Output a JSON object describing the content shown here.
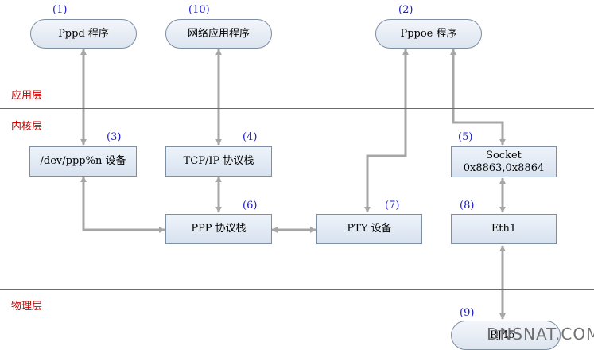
{
  "layers": {
    "app": "应用层",
    "kernel": "内核层",
    "physical": "物理层"
  },
  "nodes": {
    "pppd": {
      "label": "Pppd 程序",
      "num": "(1)"
    },
    "netapp": {
      "label": "网络应用程序",
      "num": "(10)"
    },
    "pppoe": {
      "label": "Pppoe 程序",
      "num": "(2)"
    },
    "devppp": {
      "label": "/dev/ppp%n 设备",
      "num": "(3)"
    },
    "tcpip": {
      "label": "TCP/IP 协议栈",
      "num": "(4)"
    },
    "socket": {
      "label": "Socket\n0x8863,0x8864",
      "num": "(5)"
    },
    "ppp": {
      "label": "PPP 协议栈",
      "num": "(6)"
    },
    "pty": {
      "label": "PTY 设备",
      "num": "(7)"
    },
    "eth1": {
      "label": "Eth1",
      "num": "(8)"
    },
    "rj45": {
      "label": "RJ45",
      "num": "(9)"
    }
  },
  "watermark": "DNSNAT.COM",
  "colors": {
    "arrow": "#a6a6a6",
    "box_border": "#7d8fa3",
    "number": "#1a1ac8",
    "layer_label": "#d40000",
    "divider": "#6b6b6b"
  }
}
